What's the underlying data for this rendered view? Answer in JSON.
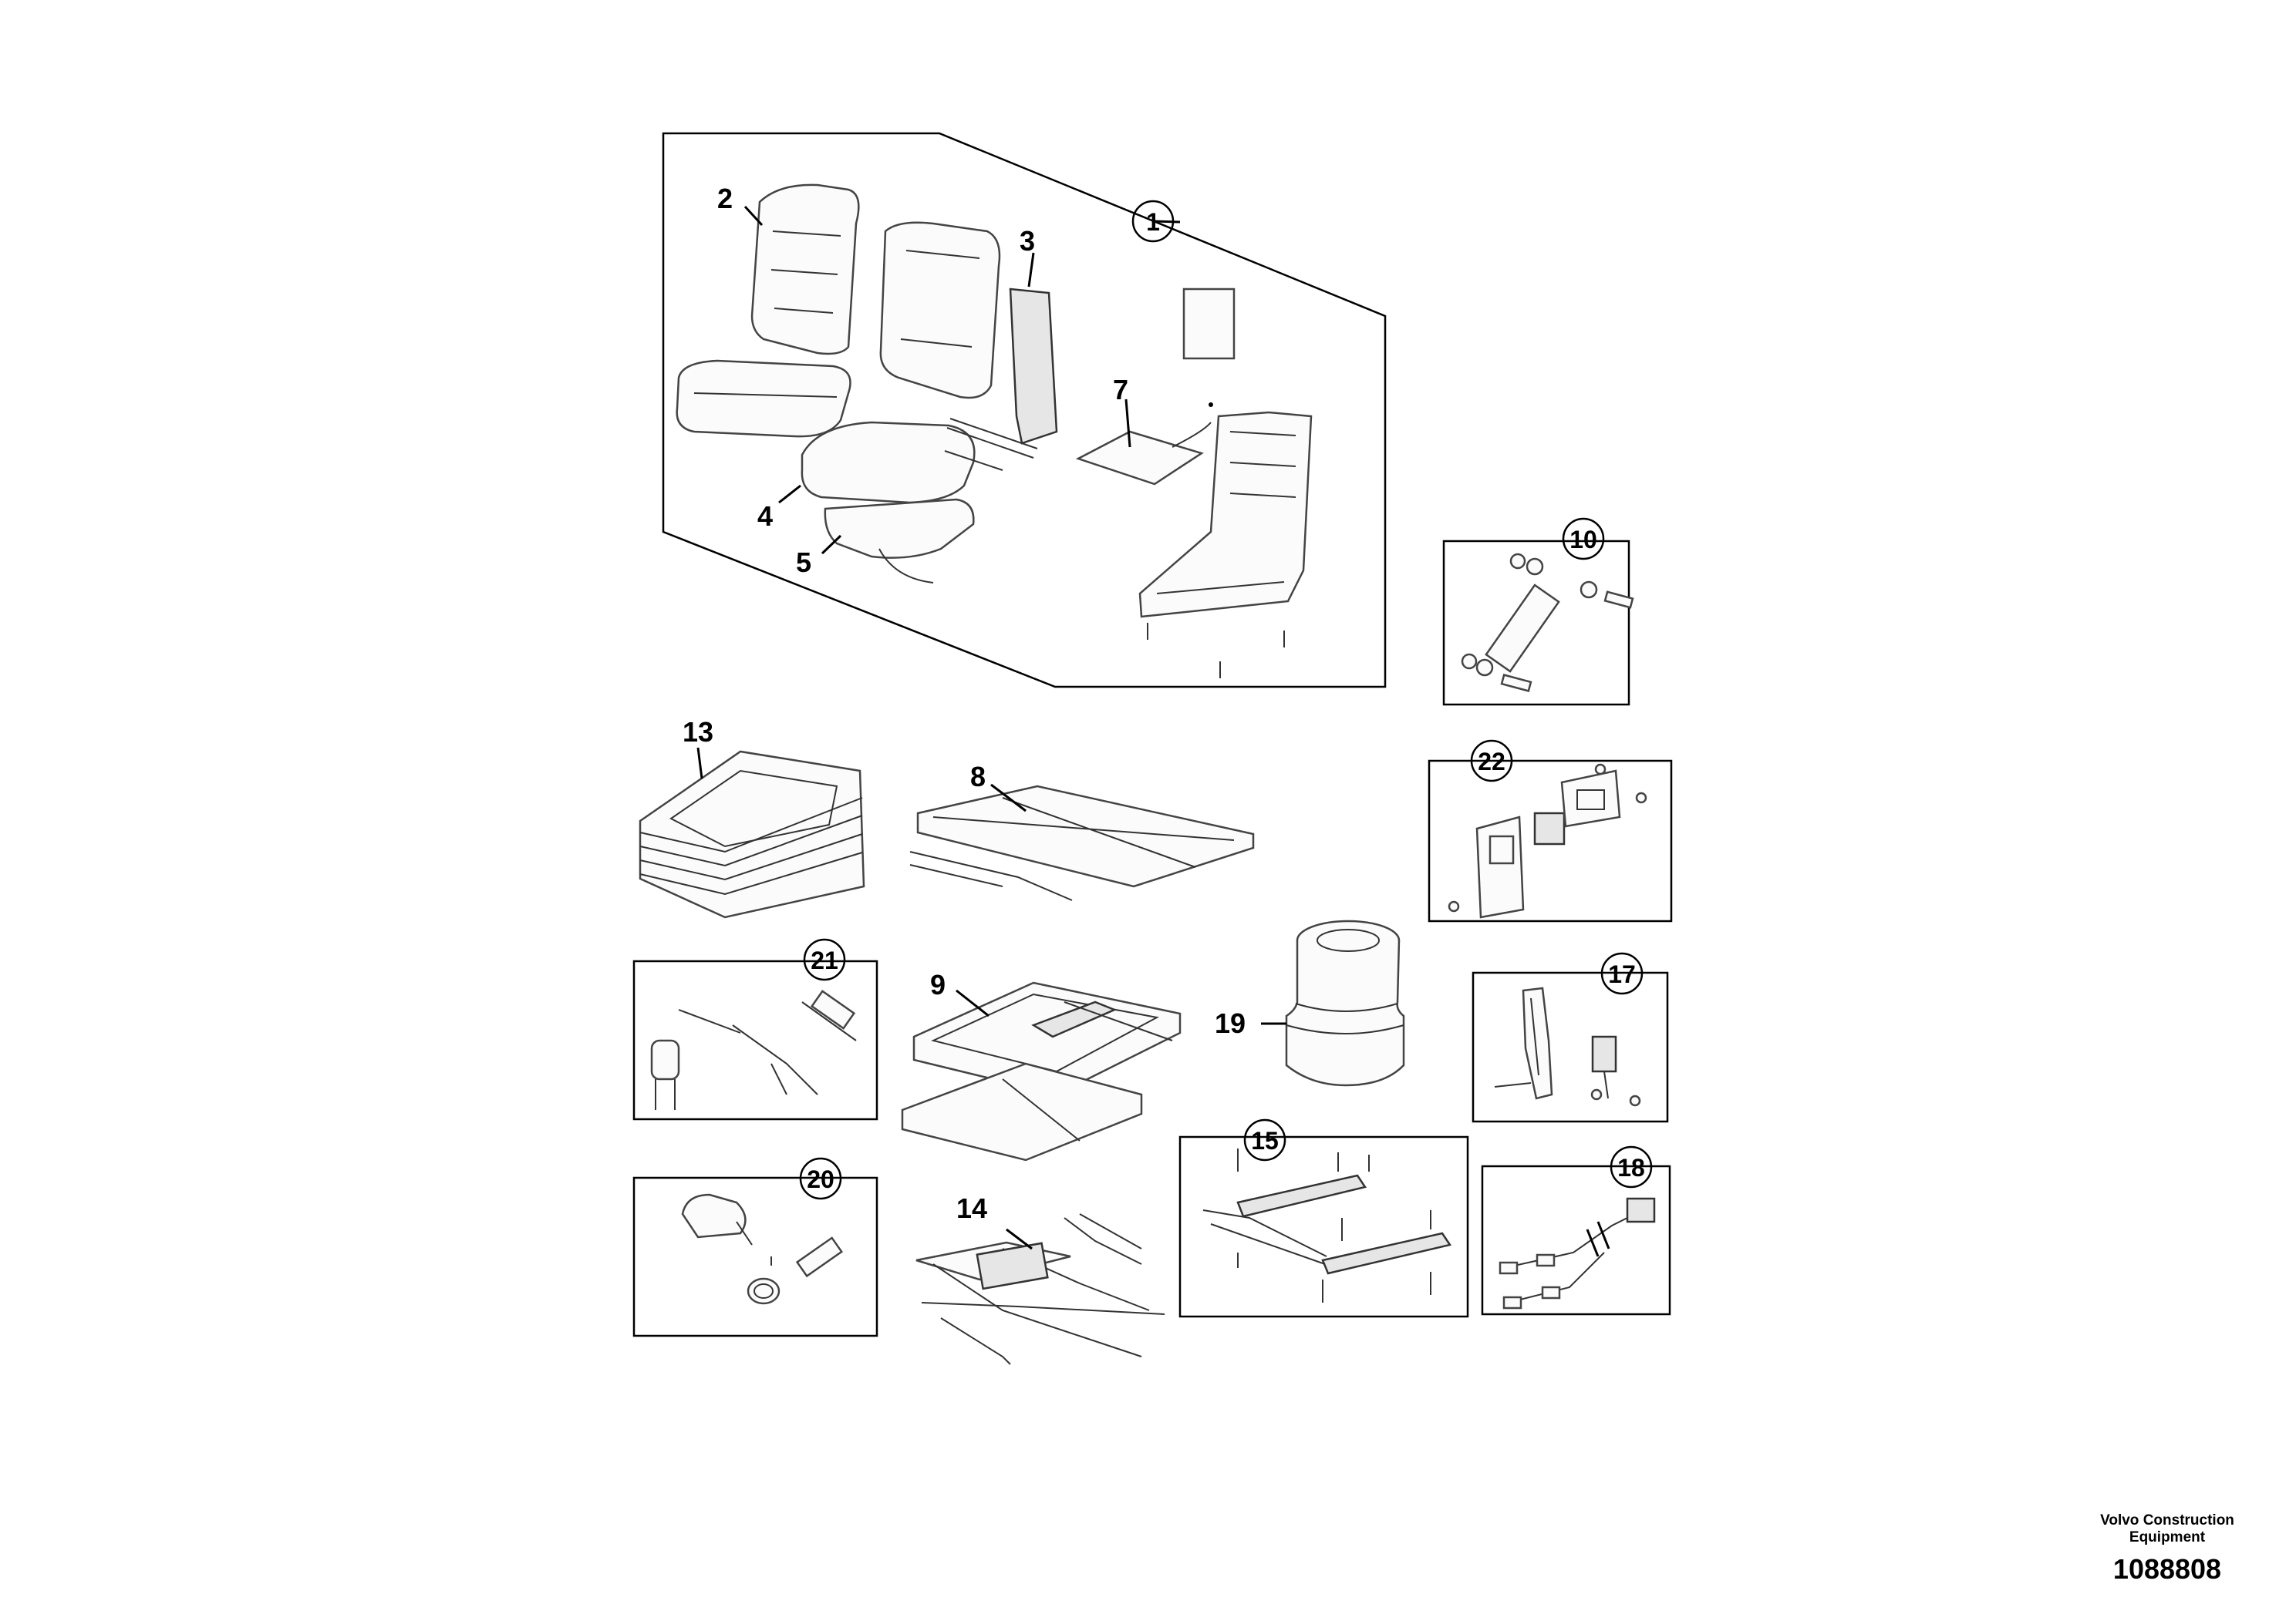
{
  "labels": {
    "l1": "1",
    "l2": "2",
    "l3": "3",
    "l4": "4",
    "l5": "5",
    "l7": "7",
    "l8": "8",
    "l9": "9",
    "l10": "10",
    "l13": "13",
    "l14": "14",
    "l15": "15",
    "l17": "17",
    "l18": "18",
    "l19": "19",
    "l20": "20",
    "l21": "21",
    "l22": "22"
  },
  "footer": {
    "org_line1": "Volvo Construction",
    "org_line2": "Equipment",
    "drawing_number": "1088808"
  }
}
